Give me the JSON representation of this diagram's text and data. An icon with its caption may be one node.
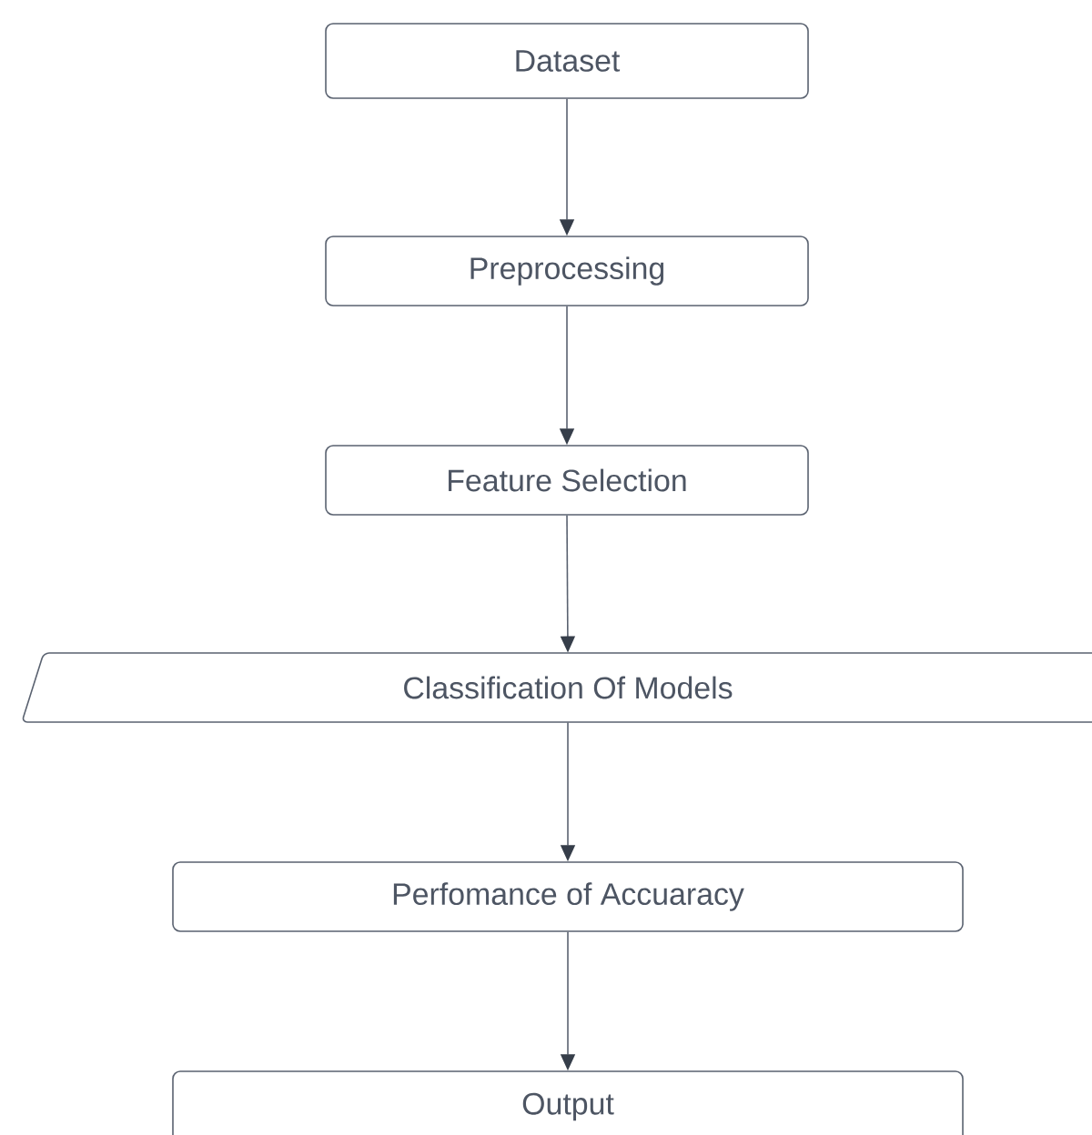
{
  "diagram": {
    "nodes": [
      {
        "text": [
          "Dataset"
        ]
      },
      {
        "text": [
          "Preprocessing"
        ]
      },
      {
        "text": [
          "Feature Selection"
        ]
      },
      {
        "text": [
          "Classification Of Models"
        ]
      },
      {
        "text": [
          "Perfomance of Accuaracy"
        ]
      },
      {
        "text": [
          "Output"
        ]
      }
    ],
    "edges": [
      {
        "from": 0,
        "to": 1,
        "arrow": "to"
      },
      {
        "from": 1,
        "to": 2,
        "arrow": "to"
      },
      {
        "from": 2,
        "to": 3,
        "arrow": "to"
      },
      {
        "from": 3,
        "to": 4,
        "arrow": "to"
      },
      {
        "from": 4,
        "to": 5,
        "arrow": "to"
      }
    ]
  }
}
